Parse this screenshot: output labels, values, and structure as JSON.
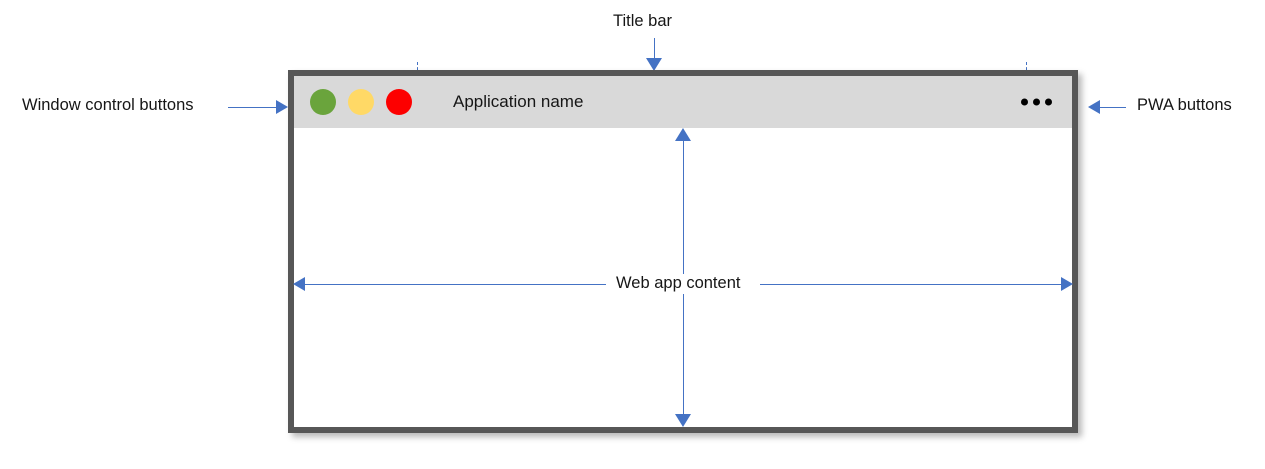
{
  "diagram": {
    "title_alt": "Progressive Web App window anatomy",
    "accent_color": "#4472c4",
    "frame_color": "#575757",
    "titlebar_color": "#d9d9d9"
  },
  "window": {
    "title_bar": {
      "app_name": "Application name",
      "controls": [
        {
          "name": "minimize",
          "color": "#6aa43c"
        },
        {
          "name": "maximize",
          "color": "#ffd966"
        },
        {
          "name": "close",
          "color": "#fd0000"
        }
      ],
      "pwa_menu_label": "•••"
    },
    "content_area": {
      "label": "Web app content"
    }
  },
  "annotations": {
    "window_controls": "Window control buttons",
    "title_bar": "Title bar",
    "pwa_buttons": "PWA buttons",
    "web_app_content": "Web app content"
  }
}
